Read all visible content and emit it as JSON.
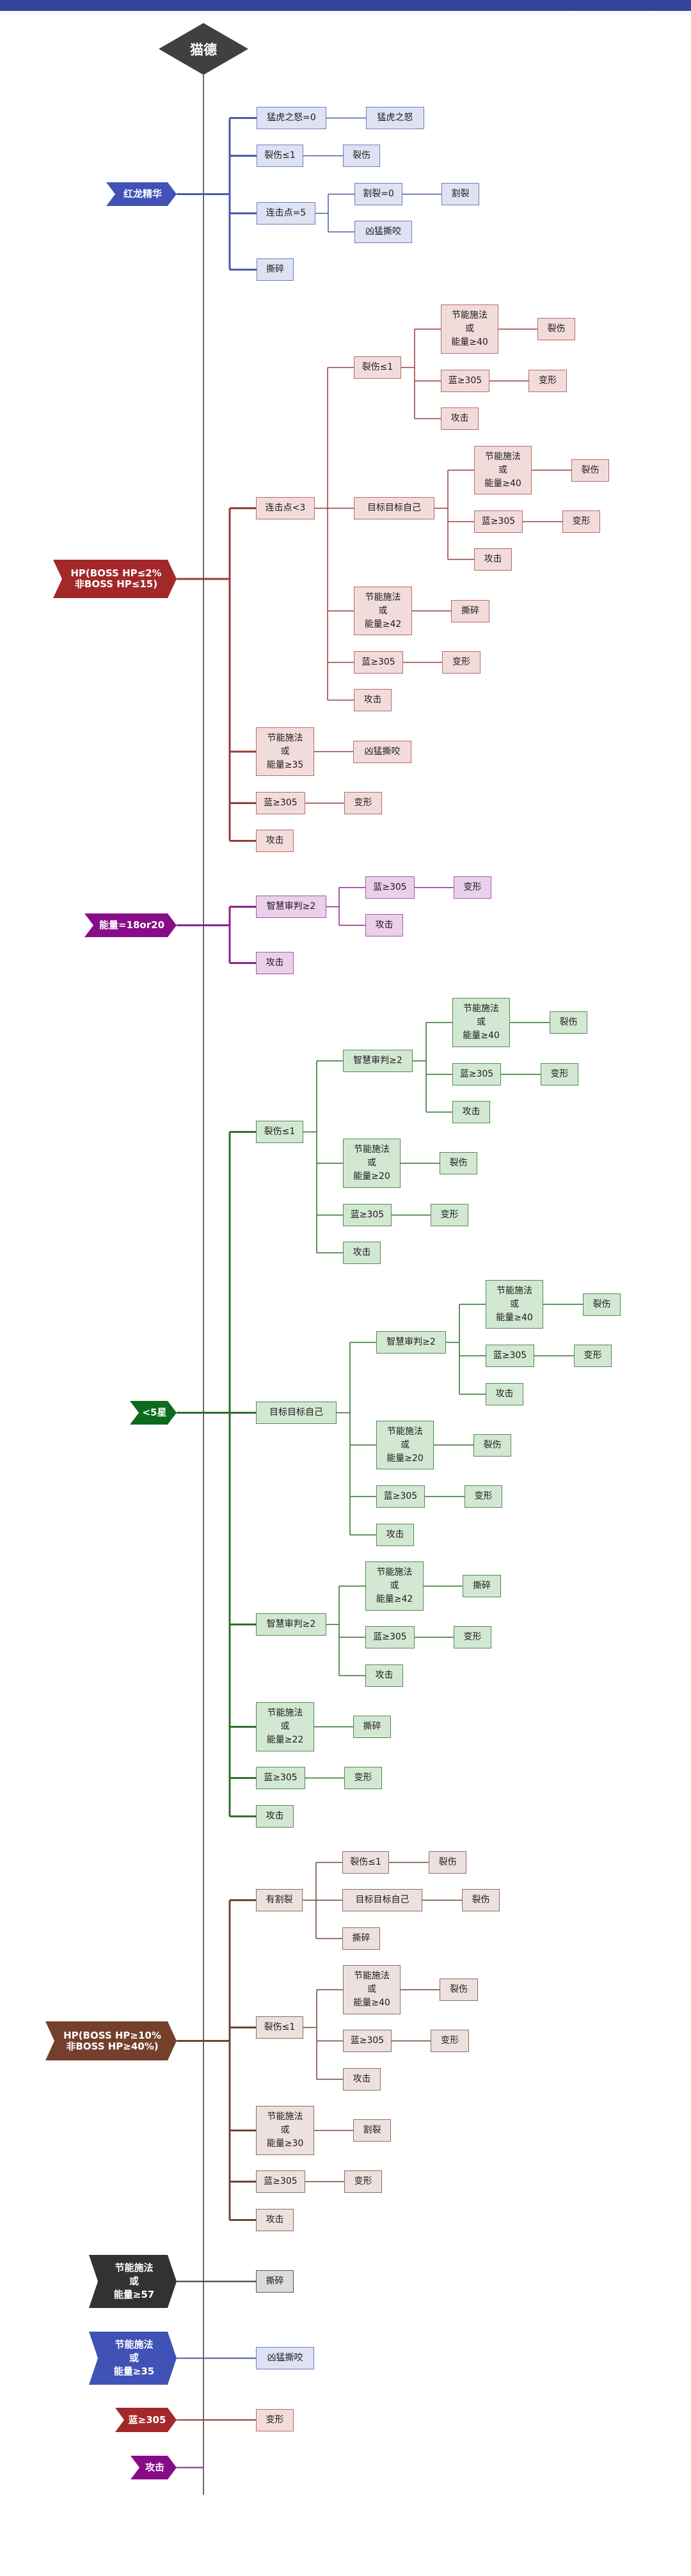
{
  "title": "猫德",
  "themes": {
    "blue": {
      "tag": "#4052b5",
      "fill": "#dfe2f3",
      "border": "#6e7cc0",
      "line": "#4a5aa8"
    },
    "red": {
      "tag": "#a3282a",
      "fill": "#f2dcdb",
      "border": "#b76a69",
      "line": "#9a3a3a"
    },
    "purple": {
      "tag": "#870c87",
      "fill": "#ead0ea",
      "border": "#a35aa3",
      "line": "#8a238a"
    },
    "green": {
      "tag": "#0d6b1c",
      "fill": "#d3e8d2",
      "border": "#4f8b4f",
      "line": "#2f6f2f"
    },
    "brown": {
      "tag": "#74402c",
      "fill": "#ece1de",
      "border": "#8d6c62",
      "line": "#6e4434"
    },
    "dark": {
      "tag": "#323232",
      "fill": "#dcdcdc",
      "border": "#555555",
      "line": "#333333"
    }
  },
  "colors": {
    "topbar": "#34449a",
    "root": "#404040",
    "spine": "#6a6a6a"
  },
  "groups": [
    {
      "condition": "红龙精华",
      "theme": "blue",
      "children": [
        {
          "label": "猛虎之怒=0",
          "children": [
            {
              "label": "猛虎之怒"
            }
          ]
        },
        {
          "label": "裂伤≤1",
          "children": [
            {
              "label": "裂伤"
            }
          ]
        },
        {
          "label": "连击点=5",
          "children": [
            {
              "label": "割裂=0",
              "children": [
                {
                  "label": "割裂"
                }
              ]
            },
            {
              "label": "凶猛撕咬"
            }
          ]
        },
        {
          "label": "撕碎"
        }
      ]
    },
    {
      "condition": "HP(BOSS HP≤2%\n非BOSS HP≤15)",
      "theme": "red",
      "children": [
        {
          "label": "连击点<3",
          "children": [
            {
              "label": "裂伤≤1",
              "children": [
                {
                  "label": "节能施法\n或\n能量≥40",
                  "children": [
                    {
                      "label": "裂伤"
                    }
                  ]
                },
                {
                  "label": "蓝≥305",
                  "children": [
                    {
                      "label": "变形"
                    }
                  ]
                },
                {
                  "label": "攻击"
                }
              ]
            },
            {
              "label": "目标目标自己",
              "children": [
                {
                  "label": "节能施法\n或\n能量≥40",
                  "children": [
                    {
                      "label": "裂伤"
                    }
                  ]
                },
                {
                  "label": "蓝≥305",
                  "children": [
                    {
                      "label": "变形"
                    }
                  ]
                },
                {
                  "label": "攻击"
                }
              ]
            },
            {
              "label": "节能施法\n或\n能量≥42",
              "children": [
                {
                  "label": "撕碎"
                }
              ]
            },
            {
              "label": "蓝≥305",
              "children": [
                {
                  "label": "变形"
                }
              ]
            },
            {
              "label": "攻击"
            }
          ]
        },
        {
          "label": "节能施法\n或\n能量≥35",
          "children": [
            {
              "label": "凶猛撕咬"
            }
          ]
        },
        {
          "label": "蓝≥305",
          "children": [
            {
              "label": "变形"
            }
          ]
        },
        {
          "label": "攻击"
        }
      ]
    },
    {
      "condition": "能量=18or20",
      "theme": "purple",
      "children": [
        {
          "label": "智慧审判≥2",
          "children": [
            {
              "label": "蓝≥305",
              "children": [
                {
                  "label": "变形"
                }
              ]
            },
            {
              "label": "攻击"
            }
          ]
        },
        {
          "label": "攻击"
        }
      ]
    },
    {
      "condition": "<5星",
      "theme": "green",
      "children": [
        {
          "label": "裂伤≤1",
          "children": [
            {
              "label": "智慧审判≥2",
              "children": [
                {
                  "label": "节能施法\n或\n能量≥40",
                  "children": [
                    {
                      "label": "裂伤"
                    }
                  ]
                },
                {
                  "label": "蓝≥305",
                  "children": [
                    {
                      "label": "变形"
                    }
                  ]
                },
                {
                  "label": "攻击"
                }
              ]
            },
            {
              "label": "节能施法\n或\n能量≥20",
              "children": [
                {
                  "label": "裂伤"
                }
              ]
            },
            {
              "label": "蓝≥305",
              "children": [
                {
                  "label": "变形"
                }
              ]
            },
            {
              "label": "攻击"
            }
          ]
        },
        {
          "label": "目标目标自己",
          "children": [
            {
              "label": "智慧审判≥2",
              "children": [
                {
                  "label": "节能施法\n或\n能量≥40",
                  "children": [
                    {
                      "label": "裂伤"
                    }
                  ]
                },
                {
                  "label": "蓝≥305",
                  "children": [
                    {
                      "label": "变形"
                    }
                  ]
                },
                {
                  "label": "攻击"
                }
              ]
            },
            {
              "label": "节能施法\n或\n能量≥20",
              "children": [
                {
                  "label": "裂伤"
                }
              ]
            },
            {
              "label": "蓝≥305",
              "children": [
                {
                  "label": "变形"
                }
              ]
            },
            {
              "label": "攻击"
            }
          ]
        },
        {
          "label": "智慧审判≥2",
          "children": [
            {
              "label": "节能施法\n或\n能量≥42",
              "children": [
                {
                  "label": "撕碎"
                }
              ]
            },
            {
              "label": "蓝≥305",
              "children": [
                {
                  "label": "变形"
                }
              ]
            },
            {
              "label": "攻击"
            }
          ]
        },
        {
          "label": "节能施法\n或\n能量≥22",
          "children": [
            {
              "label": "撕碎"
            }
          ]
        },
        {
          "label": "蓝≥305",
          "children": [
            {
              "label": "变形"
            }
          ]
        },
        {
          "label": "攻击"
        }
      ]
    },
    {
      "condition": "HP(BOSS HP≥10%\n非BOSS HP≥40%)",
      "theme": "brown",
      "children": [
        {
          "label": "有割裂",
          "children": [
            {
              "label": "裂伤≤1",
              "children": [
                {
                  "label": "裂伤"
                }
              ]
            },
            {
              "label": "目标目标自己",
              "children": [
                {
                  "label": "裂伤"
                }
              ]
            },
            {
              "label": "撕碎"
            }
          ]
        },
        {
          "label": "裂伤≤1",
          "children": [
            {
              "label": "节能施法\n或\n能量≥40",
              "children": [
                {
                  "label": "裂伤"
                }
              ]
            },
            {
              "label": "蓝≥305",
              "children": [
                {
                  "label": "变形"
                }
              ]
            },
            {
              "label": "攻击"
            }
          ]
        },
        {
          "label": "节能施法\n或\n能量≥30",
          "children": [
            {
              "label": "割裂"
            }
          ]
        },
        {
          "label": "蓝≥305",
          "children": [
            {
              "label": "变形"
            }
          ]
        },
        {
          "label": "攻击"
        }
      ]
    },
    {
      "condition": "节能施法\n或\n能量≥57",
      "theme": "dark",
      "children": [
        {
          "label": "撕碎"
        }
      ]
    },
    {
      "condition": "节能施法\n或\n能量≥35",
      "theme": "blue",
      "children": [
        {
          "label": "凶猛撕咬"
        }
      ]
    },
    {
      "condition": "蓝≥305",
      "theme": "red",
      "children": [
        {
          "label": "变形"
        }
      ]
    },
    {
      "condition": "攻击",
      "theme": "purple",
      "children": []
    }
  ]
}
